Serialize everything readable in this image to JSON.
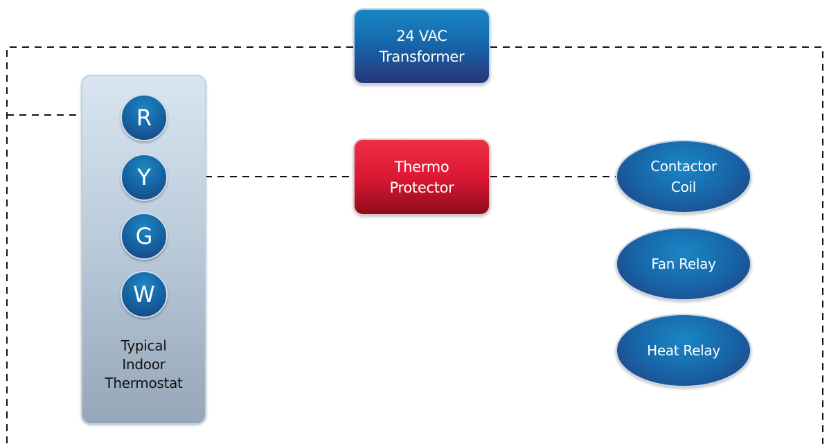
{
  "transformer": {
    "label": "24 VAC\nTransformer"
  },
  "thermo_protector": {
    "label": "Thermo\nProtector"
  },
  "thermostat": {
    "label": "Typical\nIndoor\nThermostat",
    "terminals": [
      "R",
      "Y",
      "G",
      "W"
    ]
  },
  "relays": {
    "contactor_coil": "Contactor\nCoil",
    "fan_relay": "Fan Relay",
    "heat_relay": "Heat Relay"
  },
  "colors": {
    "blue_component": "#1568ad",
    "red_component": "#dc1834",
    "thermostat_panel": "#b8c9d8",
    "wire": "#111111"
  }
}
